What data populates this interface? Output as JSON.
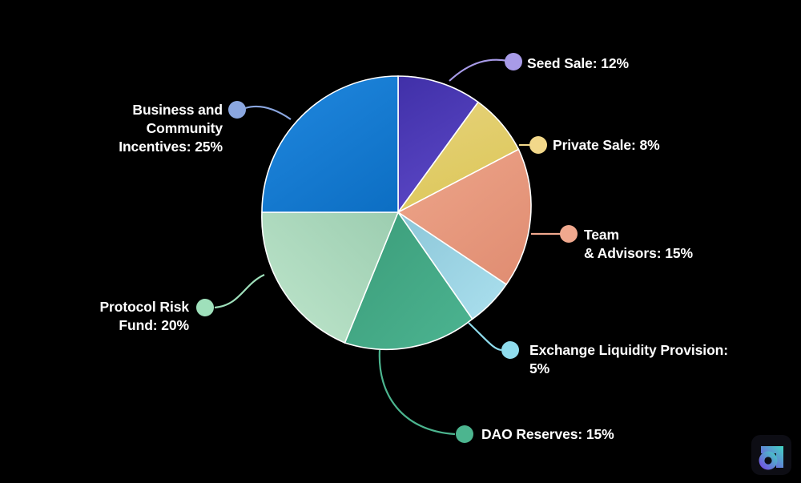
{
  "page": {
    "background_color": "#000000",
    "text_color": "#ffffff"
  },
  "logo": {
    "name": "brand-logo",
    "gradient_start": "#7b3fe4",
    "gradient_end": "#41d6c3",
    "background": "#0d0d14"
  },
  "chart_data": {
    "type": "pie",
    "title": "",
    "subtitle": "",
    "xlabel": "",
    "ylabel": "",
    "legend_position": "callout-labels",
    "grid": false,
    "unit": "%",
    "total": 100,
    "start_angle_deg": 0,
    "direction": "clockwise",
    "categories": [
      "Seed Sale",
      "Private Sale",
      "Team & Advisors",
      "Exchange Liquidity Provision",
      "DAO Reserves",
      "Protocol Risk Fund",
      "Business and Community Incentives"
    ],
    "values": [
      12,
      8,
      15,
      5,
      15,
      20,
      25
    ],
    "colors": [
      "#4b36ac",
      "#e3cf68",
      "#e8977a",
      "#9ed9e8",
      "#3fa882",
      "#a6d6b8",
      "#1a7fd4"
    ],
    "dot_colors": [
      "#a89be8",
      "#f2d88a",
      "#f0a88e",
      "#8fdced",
      "#4cb58f",
      "#9fe0bb",
      "#8ba7e0"
    ],
    "slice_border_color": "#ffffff"
  },
  "labels": [
    {
      "id": "seed",
      "text": "Seed Sale: 12%",
      "align": "left",
      "dot_color": "#a89be8"
    },
    {
      "id": "private",
      "text": "Private Sale: 8%",
      "align": "left",
      "dot_color": "#f2d88a"
    },
    {
      "id": "team",
      "text": "Team\n& Advisors: 15%",
      "align": "left",
      "dot_color": "#f0a88e"
    },
    {
      "id": "exchange",
      "text": "Exchange Liquidity Provision:\n5%",
      "align": "left",
      "dot_color": "#8fdced"
    },
    {
      "id": "dao",
      "text": "DAO Reserves: 15%",
      "align": "left",
      "dot_color": "#4cb58f"
    },
    {
      "id": "protocol",
      "text": "Protocol Risk\nFund: 20%",
      "align": "right",
      "dot_color": "#9fe0bb"
    },
    {
      "id": "business",
      "text": "Business and\nCommunity\nIncentives: 25%",
      "align": "right",
      "dot_color": "#8ba7e0"
    }
  ]
}
